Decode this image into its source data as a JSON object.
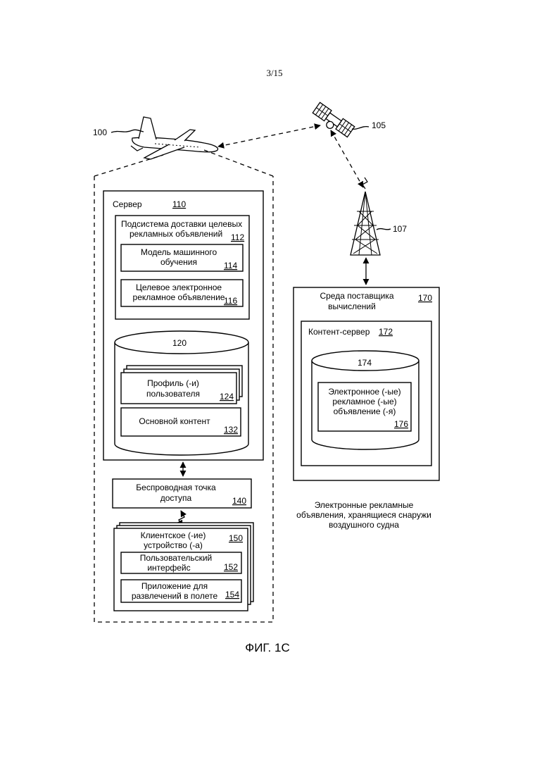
{
  "page_number": "3/15",
  "figure_caption": "ФИГ. 1С",
  "aircraft": {
    "ref": "100"
  },
  "satellite": {
    "ref": "105"
  },
  "tower": {
    "ref": "107"
  },
  "server": {
    "label": "Сервер",
    "ref": "110"
  },
  "ad_subsystem": {
    "line1": "Подсистема доставки целевых",
    "line2": "рекламных объявлений",
    "ref": "112"
  },
  "ml_model": {
    "line1": "Модель машинного",
    "line2": "обучения",
    "ref": "114"
  },
  "targeted_ad": {
    "line1": "Целевое электронное",
    "line2": "рекламное объявление",
    "ref": "116"
  },
  "datastore": {
    "ref": "120"
  },
  "user_profiles": {
    "line1": "Профиль (-и)",
    "line2": "пользователя",
    "ref": "124"
  },
  "main_content": {
    "label": "Основной контент",
    "ref": "132"
  },
  "wireless_ap": {
    "line1": "Беспроводная точка",
    "line2": "доступа",
    "ref": "140"
  },
  "client_devices": {
    "line1": "Клиентское (-ие)",
    "line2": "устройство (-а)",
    "ref": "150"
  },
  "user_interface": {
    "line1": "Пользовательский",
    "line2": "интерфейс",
    "ref": "152"
  },
  "ife_app": {
    "line1": "Приложение для",
    "line2": "развлечений в полете",
    "ref": "154"
  },
  "compute_env": {
    "line1": "Среда поставщика",
    "line2": "вычислений",
    "ref": "170"
  },
  "content_server": {
    "label": "Контент-сервер",
    "ref": "172"
  },
  "content_store": {
    "ref": "174"
  },
  "ads": {
    "line1": "Электронное (-ые)",
    "line2": "рекламное (-ые)",
    "line3": "объявление (-я)",
    "ref": "176"
  },
  "offboard_note": {
    "line1": "Электронные рекламные",
    "line2": "объявления, хранящиеся снаружи",
    "line3": "воздушного судна"
  }
}
